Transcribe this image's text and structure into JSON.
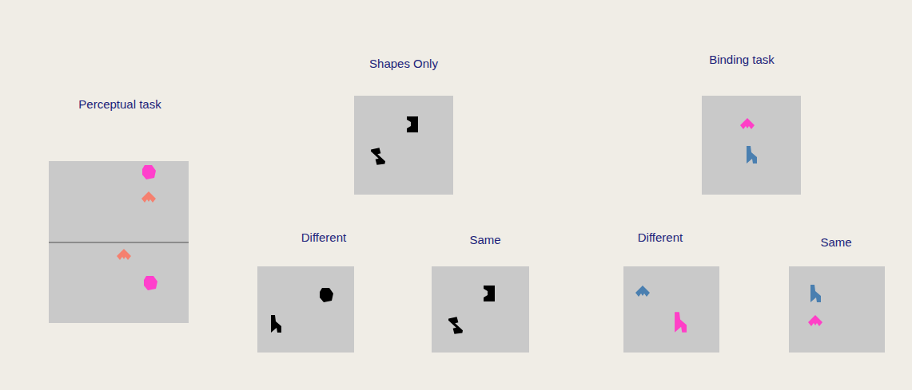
{
  "diagram": {
    "nodes": [
      {
        "text": [
          "Perceptual task"
        ]
      },
      {
        "text": [
          "Shapes Only"
        ]
      },
      {
        "text": [
          "Different"
        ]
      },
      {
        "text": [
          "Same"
        ]
      },
      {
        "text": [
          "Binding task"
        ]
      },
      {
        "text": [
          "Different"
        ]
      },
      {
        "text": [
          "Same"
        ]
      }
    ]
  }
}
